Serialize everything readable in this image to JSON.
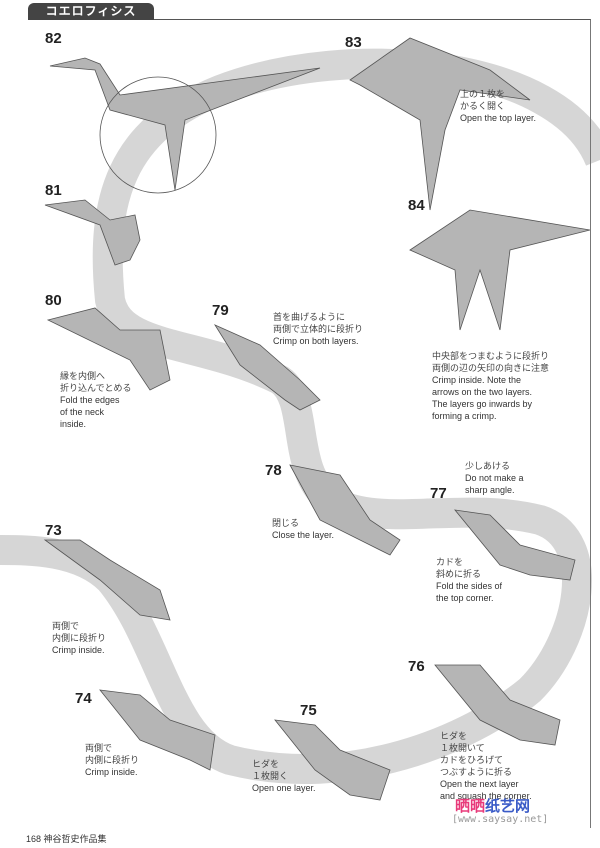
{
  "header": {
    "title": "コエロフィシス"
  },
  "steps": [
    {
      "num": "82"
    },
    {
      "num": "83",
      "jp": [
        "上の１枚を",
        "かるく開く"
      ],
      "en": [
        "Open the top layer."
      ]
    },
    {
      "num": "81"
    },
    {
      "num": "84",
      "jp": [
        "中央部をつまむように段折り",
        "両側の辺の矢印の向きに注意"
      ],
      "en": [
        "Crimp inside. Note the",
        "arrows on the two layers.",
        "The layers go inwards by",
        "forming a crimp."
      ]
    },
    {
      "num": "80",
      "jp": [
        "縁を内側へ",
        "折り込んでとめる"
      ],
      "en": [
        "Fold the edges",
        "of the neck",
        "inside."
      ]
    },
    {
      "num": "79",
      "jp": [
        "首を曲げるように",
        "両側で立体的に段折り"
      ],
      "en": [
        "Crimp on both layers."
      ]
    },
    {
      "num": "78",
      "jp": [
        "閉じる"
      ],
      "en": [
        "Close the layer."
      ]
    },
    {
      "num": "77",
      "jp": [
        "少しあける"
      ],
      "en": [
        "Do not make a",
        "sharp angle."
      ],
      "jp2": [
        "カドを",
        "斜めに折る"
      ],
      "en2": [
        "Fold the sides of",
        "the top corner."
      ]
    },
    {
      "num": "73",
      "jp": [
        "両側で",
        "内側に段折り"
      ],
      "en": [
        "Crimp inside."
      ]
    },
    {
      "num": "76",
      "jp": [
        "ヒダを",
        "１枚開いて",
        "カドをひろげて",
        "つぶすように折る"
      ],
      "en": [
        "Open the next layer",
        "and squash the corner."
      ]
    },
    {
      "num": "74",
      "jp": [
        "両側で",
        "内側に段折り"
      ],
      "en": [
        "Crimp inside."
      ]
    },
    {
      "num": "75",
      "jp": [
        "ヒダを",
        "１枚開く"
      ],
      "en": [
        "Open one layer."
      ]
    }
  ],
  "footer": {
    "page": "168",
    "book": "神谷哲史作品集"
  },
  "watermark": {
    "logo_a": "晒晒",
    "logo_b": "纸艺网",
    "url": "[www.saysay.net]"
  },
  "colors": {
    "band": "#d6d6d6",
    "paper": "#b5b5b5",
    "tab": "#444444"
  }
}
